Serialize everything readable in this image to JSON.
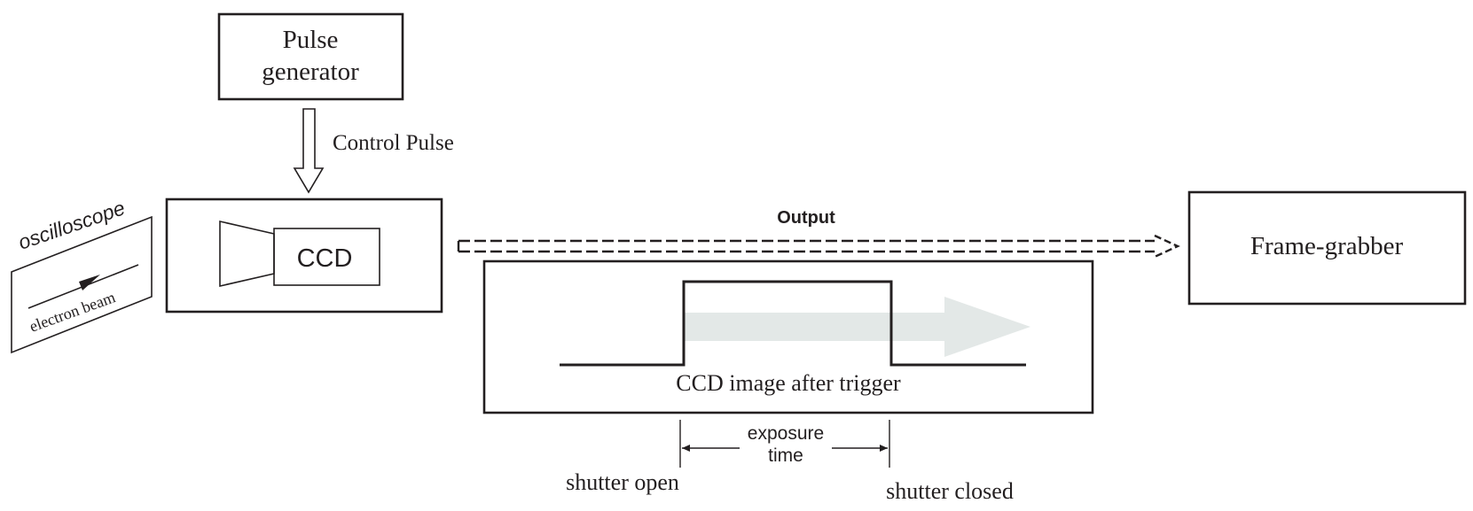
{
  "pulse_generator": {
    "line1": "Pulse",
    "line2": "generator"
  },
  "control_pulse": "Control Pulse",
  "oscilloscope": {
    "title": "oscilloscope",
    "beam_label": "electron beam"
  },
  "ccd": {
    "label": "CCD"
  },
  "output": {
    "label": "Output"
  },
  "frame_grabber": {
    "label": "Frame-grabber"
  },
  "ccd_image": {
    "caption": "CCD image after trigger"
  },
  "exposure": {
    "line1": "exposure",
    "line2": "time"
  },
  "shutter": {
    "open": "shutter open",
    "closed": "shutter closed"
  },
  "colors": {
    "ink": "#231f20",
    "arrow_fill": "#e3e8e7"
  }
}
